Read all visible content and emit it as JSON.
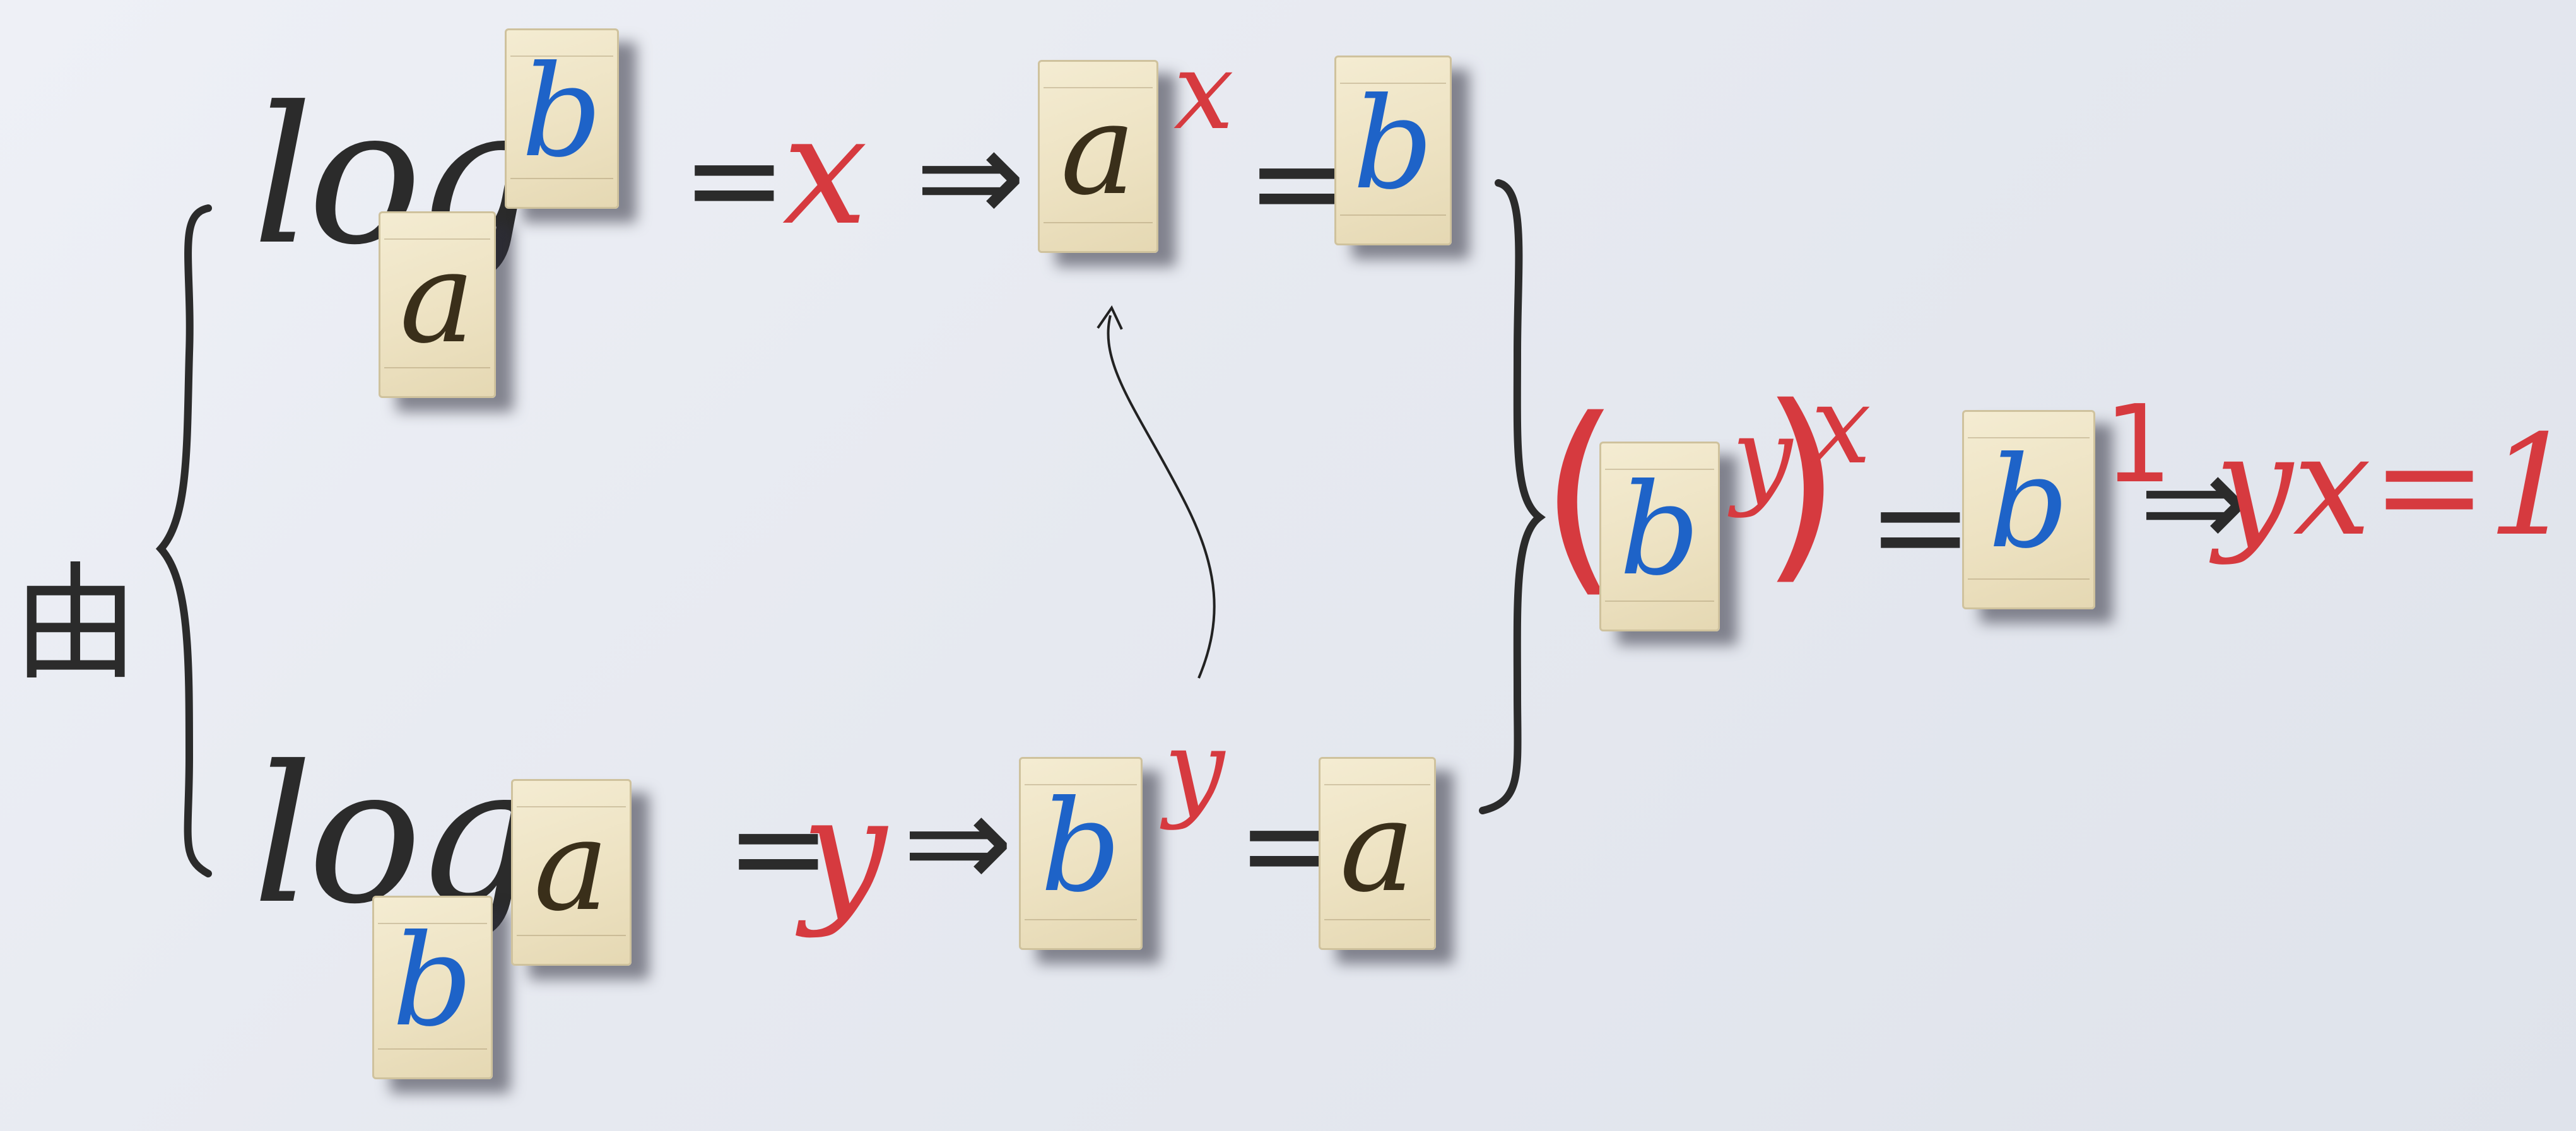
{
  "prefix": "由",
  "row1": {
    "log": "log",
    "base": "a",
    "argument": "b",
    "equals1": "=",
    "result_var": "x",
    "implies": "⇒",
    "power_base": "a",
    "power_exp": "x",
    "equals2": "=",
    "rhs": "b"
  },
  "row2": {
    "log": "log",
    "base": "b",
    "argument": "a",
    "equals1": "=",
    "result_var": "y",
    "implies": "⇒",
    "power_base": "b",
    "power_exp": "y",
    "equals2": "=",
    "rhs": "a"
  },
  "combined": {
    "open_paren": "(",
    "base": "b",
    "inner_exp": "y",
    "close_paren": ")",
    "outer_exp": "x",
    "equals": "=",
    "rhs_base": "b",
    "rhs_exp": "1",
    "implies": "⇒",
    "conclusion": "yx=1"
  },
  "colors": {
    "ink": "#2b2b2b",
    "red_marker": "#d63a3f",
    "blue_marker": "#1e63c8",
    "brown_marker": "#3a2f1a",
    "tile": "#efe4c4"
  }
}
